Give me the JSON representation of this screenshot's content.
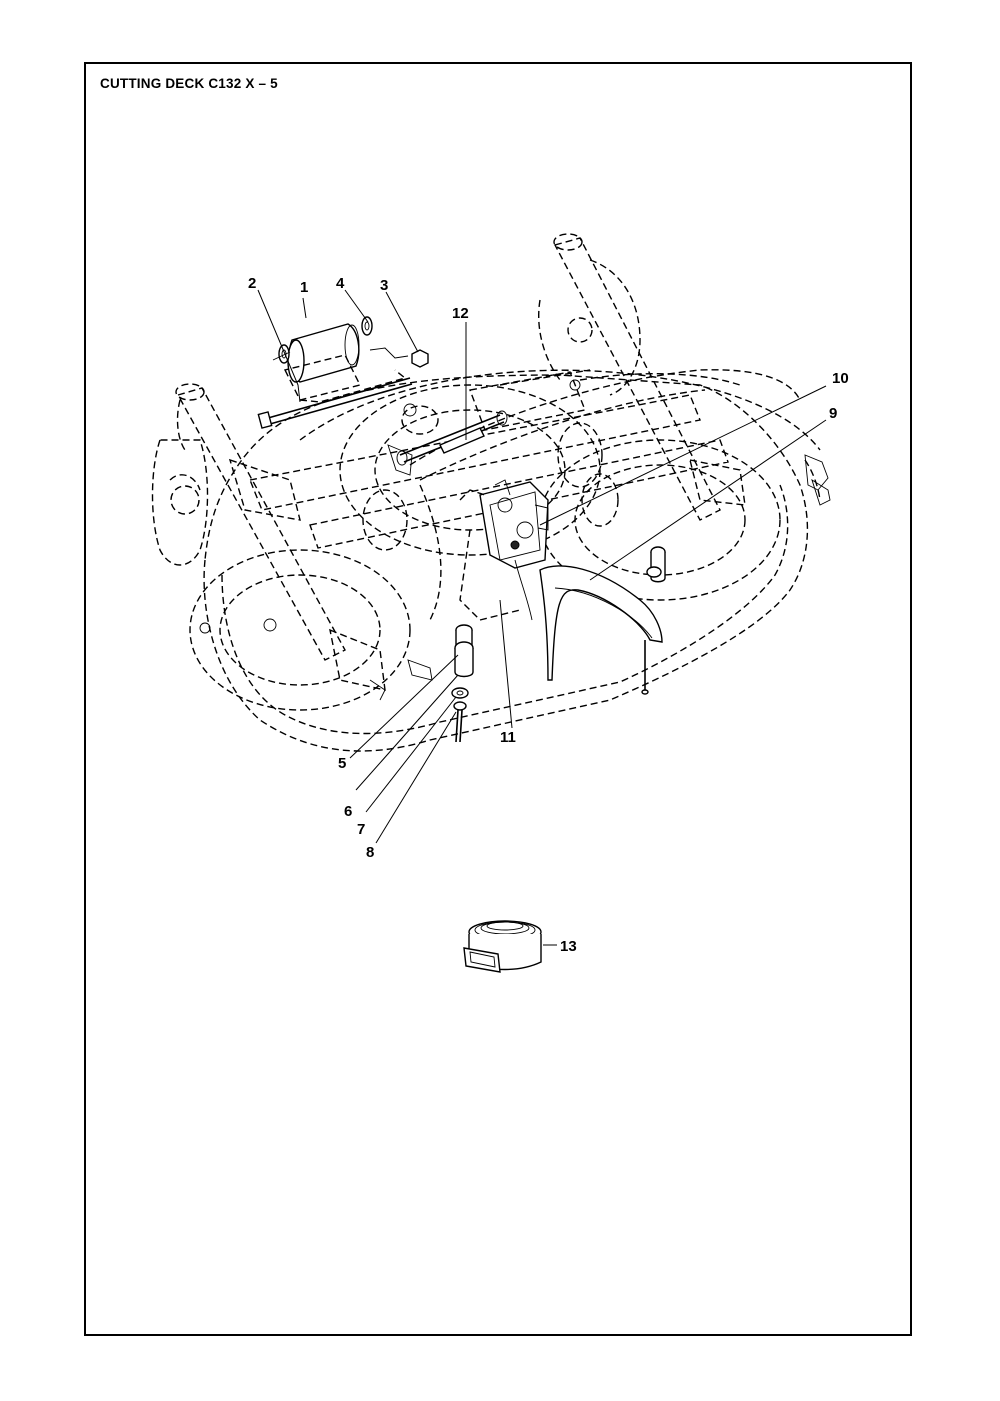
{
  "title": "CUTTING DECK C132 X – 5",
  "callouts": [
    {
      "id": "c1",
      "label": "1"
    },
    {
      "id": "c2",
      "label": "2"
    },
    {
      "id": "c3",
      "label": "3"
    },
    {
      "id": "c4",
      "label": "4"
    },
    {
      "id": "c5",
      "label": "5"
    },
    {
      "id": "c6",
      "label": "6"
    },
    {
      "id": "c7",
      "label": "7"
    },
    {
      "id": "c8",
      "label": "8"
    },
    {
      "id": "c9",
      "label": "9"
    },
    {
      "id": "c10",
      "label": "10"
    },
    {
      "id": "c11",
      "label": "11"
    },
    {
      "id": "c12",
      "label": "12"
    },
    {
      "id": "c13",
      "label": "13"
    }
  ]
}
